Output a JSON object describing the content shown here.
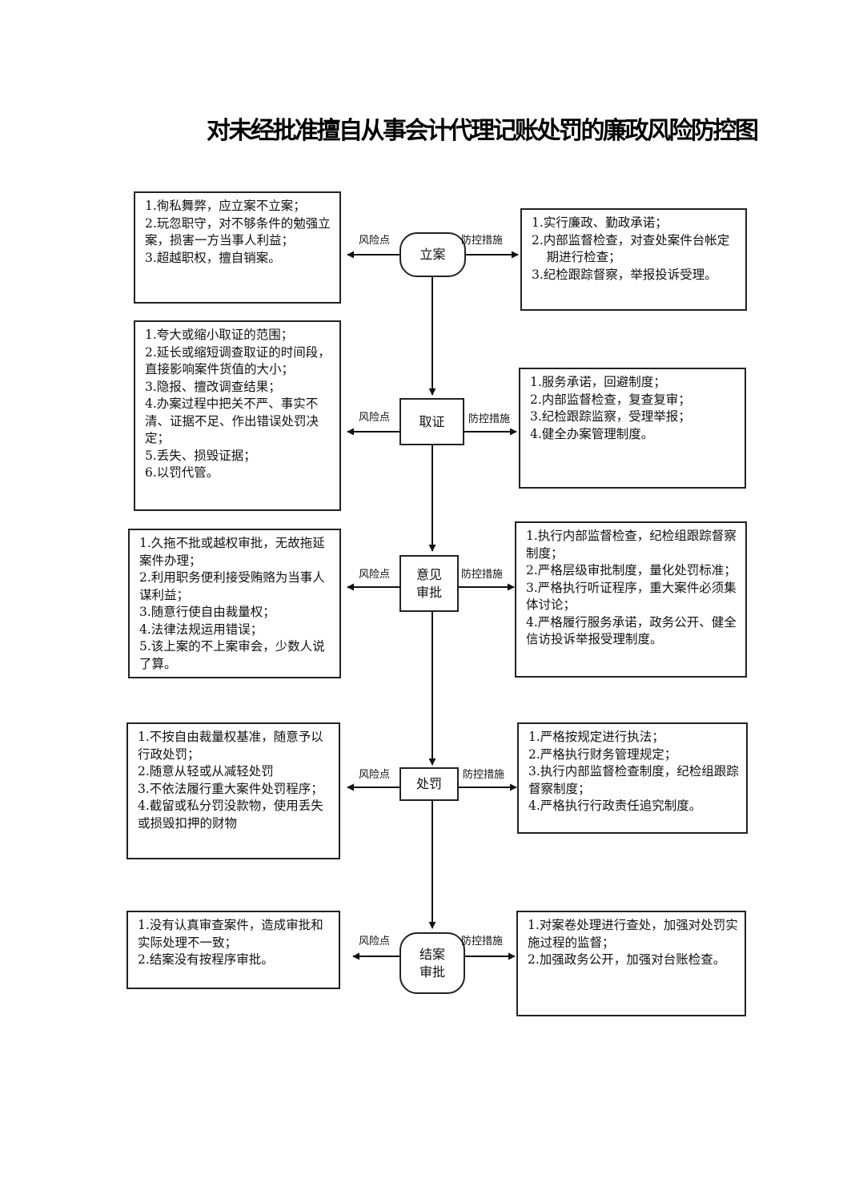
{
  "title": "对未经批准擅自从事会计代理记账处罚的廉政风险防控图",
  "labels": {
    "risk": "风险点",
    "control": "防控措施"
  },
  "stages": [
    {
      "node": "立案",
      "risks": [
        "1.徇私舞弊，应立案不立案；",
        "2.玩忽职守，对不够条件的勉强立案，损害一方当事人利益；",
        "3.超越职权，擅自销案。"
      ],
      "controls": [
        "1.实行廉政、勤政承诺；",
        "2.内部监督检查，对查处案件台帐定期进行检查；",
        "3.纪检跟踪督察，举报投诉受理。"
      ]
    },
    {
      "node": "取证",
      "risks": [
        "1.夸大或缩小取证的范围；",
        "2.延长或缩短调查取证的时间段，直接影响案件货值的大小；",
        "3.隐报、擅改调查结果；",
        "4.办案过程中把关不严、事实不清、证据不足、作出错误处罚决定；",
        "5.丢失、损毁证据；",
        "6.以罚代管。"
      ],
      "controls": [
        "1.服务承诺，回避制度；",
        "2.内部监督检查，复查复审；",
        "3.纪检跟踪监察，受理举报；",
        "4.健全办案管理制度。"
      ]
    },
    {
      "node": "意见\n审批",
      "risks": [
        "1.久拖不批或越权审批，无故拖延案件办理；",
        "2.利用职务便利接受贿赂为当事人谋利益；",
        "3.随意行使自由裁量权；",
        "4.法律法规运用错误；",
        "5.该上案的不上案审会，少数人说了算。"
      ],
      "controls": [
        "1.执行内部监督检查，纪检组跟踪督察制度；",
        "2.严格层级审批制度，量化处罚标准；",
        "3.严格执行听证程序，重大案件必须集体讨论；",
        "4.严格履行服务承诺，政务公开、健全信访投诉举报受理制度。"
      ]
    },
    {
      "node": "处罚",
      "risks": [
        "1.不按自由裁量权基准，随意予以行政处罚；",
        "2.随意从轻或从减轻处罚",
        "3.不依法履行重大案件处罚程序；",
        "4.截留或私分罚没款物，使用丢失或损毁扣押的财物"
      ],
      "controls": [
        "1.严格按规定进行执法；",
        "2.严格执行财务管理规定；",
        "3.执行内部监督检查制度，纪检组跟踪督察制度；",
        "4.严格执行行政责任追究制度。"
      ]
    },
    {
      "node": "结案\n审批",
      "risks": [
        "1.没有认真审查案件，造成审批和实际处理不一致；",
        "2.结案没有按程序审批。"
      ],
      "controls": [
        "1.对案卷处理进行查处，加强对处罚实施过程的监督；",
        "2.加强政务公开，加强对台账检查。"
      ]
    }
  ]
}
